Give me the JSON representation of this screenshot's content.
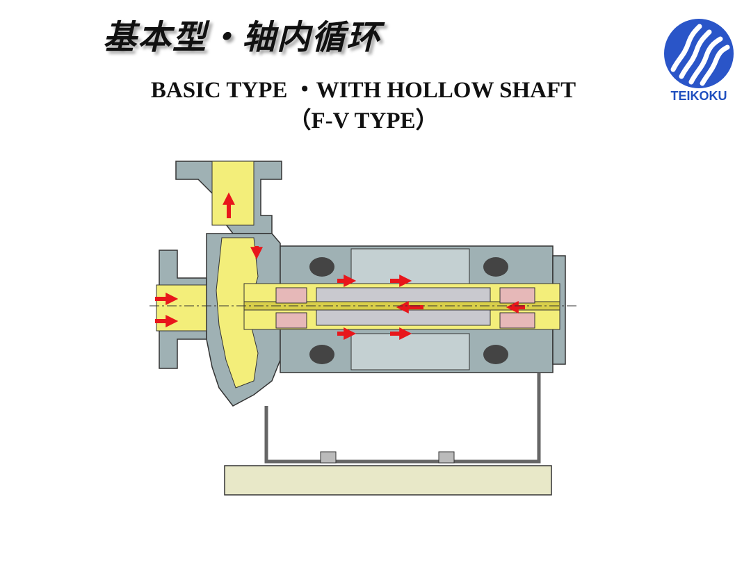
{
  "title_cn": "基本型・轴内循环",
  "title_en_line1": "BASIC TYPE  ・WITH HOLLOW SHAFT",
  "title_en_line2": "（F-V TYPE）",
  "logo": {
    "text": "TEIKOKU",
    "icon": "teikoku-logo-icon",
    "color": "#2a55c8"
  },
  "colors": {
    "casing": "#9fb1b4",
    "fluid": "#f3ee7a",
    "arrow": "#e8161b",
    "bearing": "#e6b8b8",
    "base": "#e8e8c8"
  }
}
